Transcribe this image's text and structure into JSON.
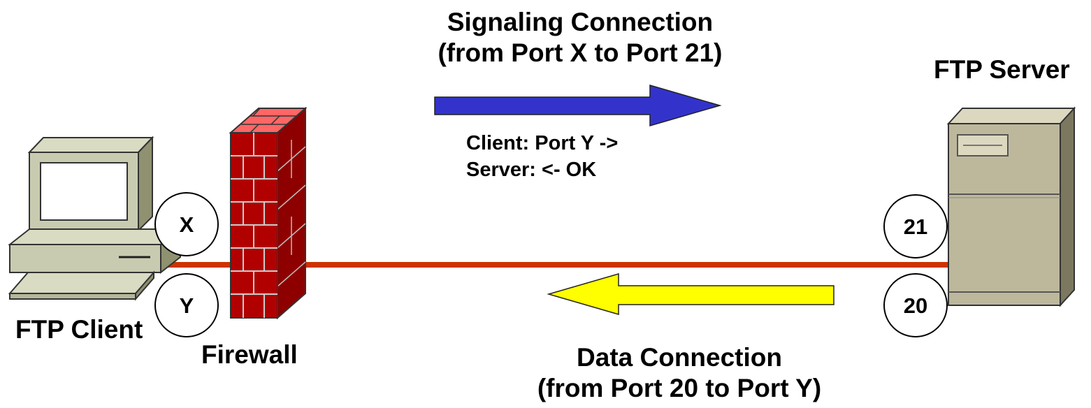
{
  "signaling": {
    "title_line1": "Signaling Connection",
    "title_line2": "(from Port X to Port 21)",
    "arrow_color": "#3333cc",
    "exchange_line1": "Client: Port Y ->",
    "exchange_line2": "Server: <- OK"
  },
  "data_connection": {
    "title_line1": "Data Connection",
    "title_line2": "(from Port 20 to Port Y)",
    "arrow_color": "#ffff00"
  },
  "link_color": "#cc3300",
  "client": {
    "label": "FTP Client",
    "icon": "desktop-computer-icon"
  },
  "firewall": {
    "label": "Firewall",
    "icon": "brick-wall-icon"
  },
  "server": {
    "label": "FTP Server",
    "icon": "tower-server-icon"
  },
  "ports": {
    "client_signal": "X",
    "client_data": "Y",
    "server_signal": "21",
    "server_data": "20"
  }
}
